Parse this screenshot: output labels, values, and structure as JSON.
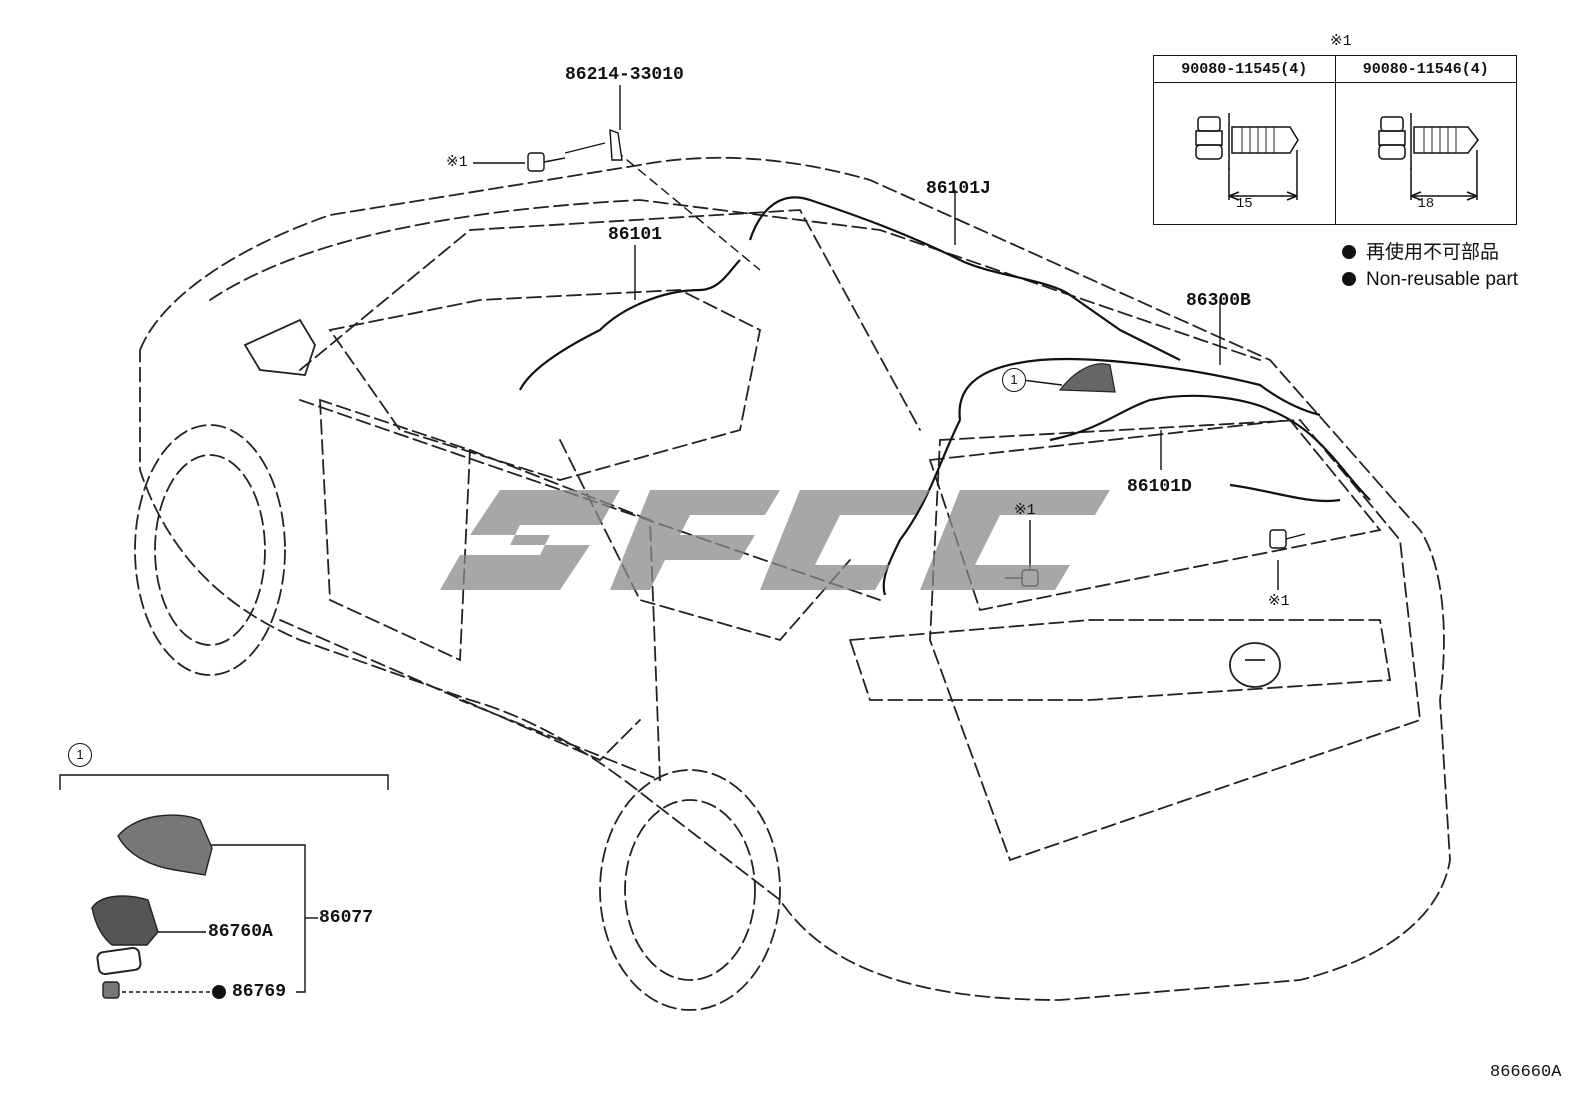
{
  "diagram_id": "866660A",
  "callouts": {
    "sym_note": "※1",
    "index_one": "1"
  },
  "parts": {
    "p86214": "86214-33010",
    "p86101j": "86101J",
    "p86101": "86101",
    "p86300b": "86300B",
    "p86101d": "86101D",
    "p86077": "86077",
    "p86760a": "86760A",
    "p86769": "86769"
  },
  "fastener_table": {
    "header_note": "※1",
    "columns": [
      {
        "part": "90080-11545(4)",
        "length": "15"
      },
      {
        "part": "90080-11546(4)",
        "length": "18"
      }
    ]
  },
  "legend": {
    "jp": "再使用不可部品",
    "en": "Non-reusable part"
  },
  "watermark": {
    "color": "#8a8a8a"
  }
}
